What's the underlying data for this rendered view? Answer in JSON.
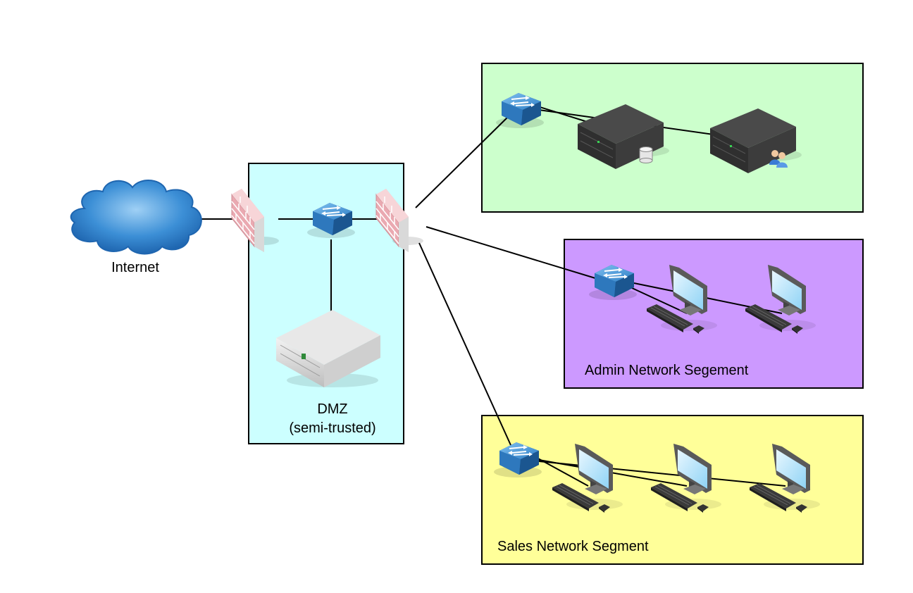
{
  "diagram": {
    "internet_label": "Internet",
    "dmz": {
      "title": "DMZ",
      "subtitle": "(semi-trusted)",
      "color": "#ccffff"
    },
    "server_zone": {
      "color": "#ccffcc"
    },
    "admin_zone": {
      "label": "Admin Network Segement",
      "color": "#cc99ff"
    },
    "sales_zone": {
      "label": "Sales Network Segment",
      "color": "#ffff99"
    },
    "colors": {
      "cloud": "#3c8fd6",
      "switch": "#2e7fc4",
      "firewall": "#e8a0a8",
      "line": "#000000"
    }
  }
}
